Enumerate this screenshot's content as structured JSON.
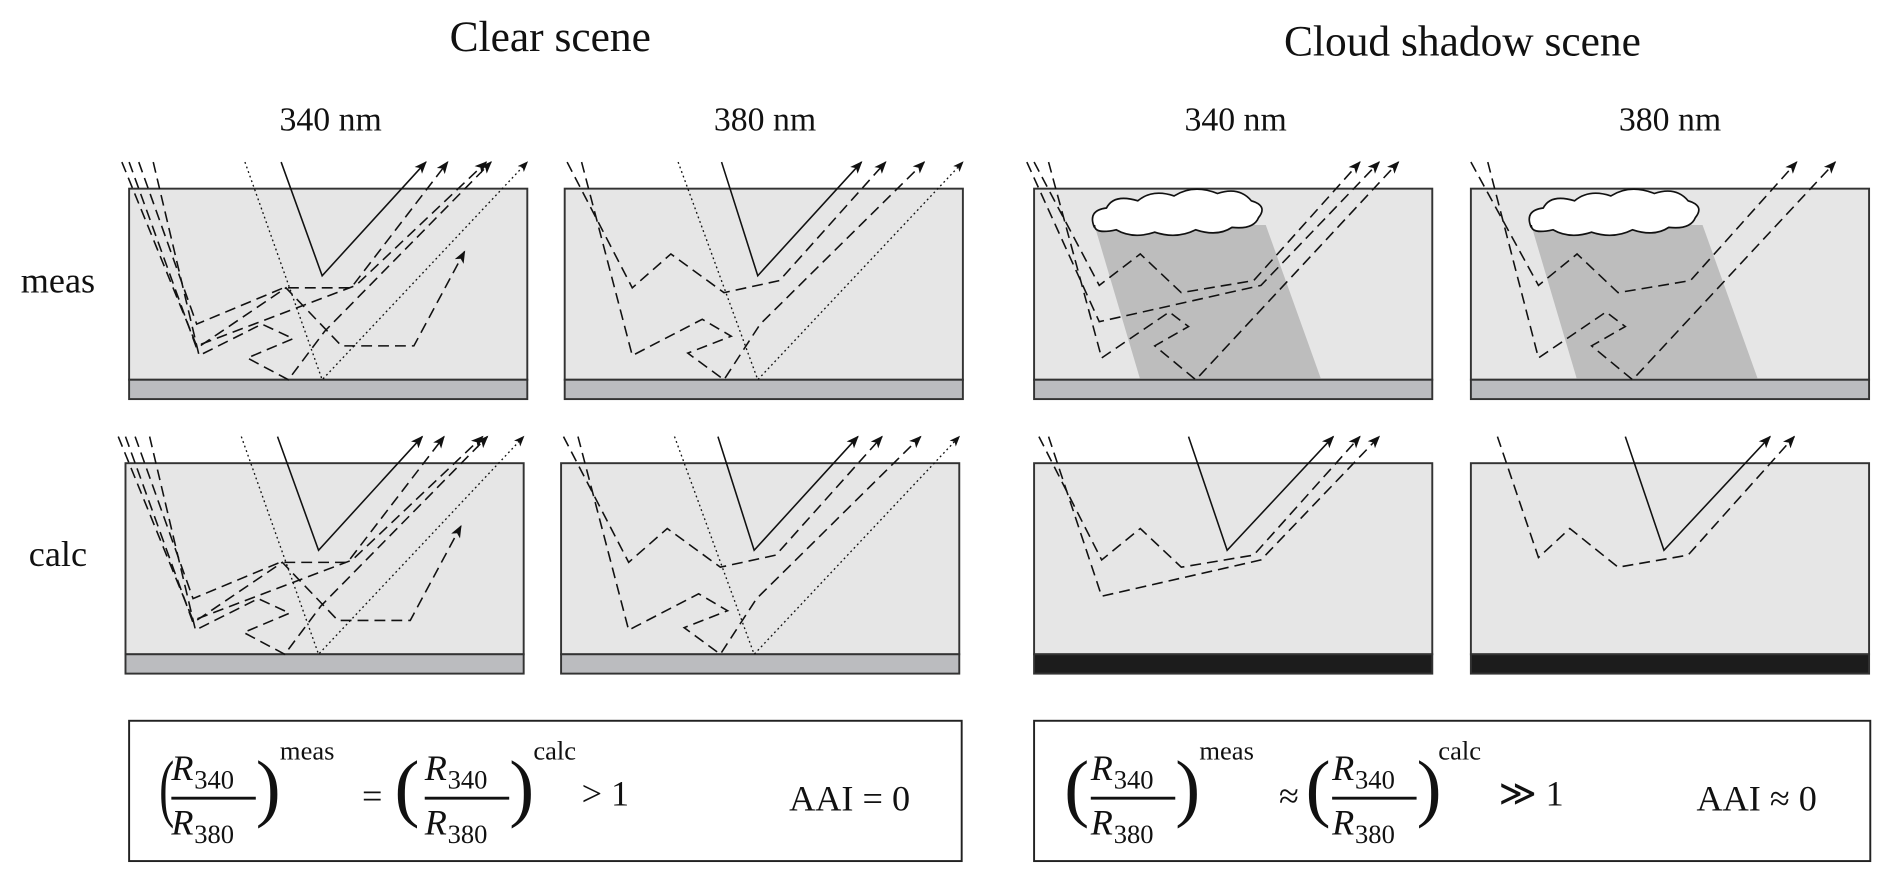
{
  "titles": {
    "clear": "Clear scene",
    "cloud_shadow": "Cloud shadow scene"
  },
  "wavelengths": {
    "clear_340": "340 nm",
    "clear_380": "380 nm",
    "shadow_340": "340 nm",
    "shadow_380": "380 nm"
  },
  "rows": {
    "meas": "meas",
    "calc": "calc"
  },
  "equations": {
    "clear": {
      "R": "R",
      "num_sub": "340",
      "den_sub": "380",
      "sup_left": "meas",
      "relation": "=",
      "sup_right": "calc",
      "comparison": "> 1",
      "aai": "AAI = 0"
    },
    "cloud_shadow": {
      "R": "R",
      "num_sub": "340",
      "den_sub": "380",
      "sup_left": "meas",
      "relation": "≈",
      "sup_right": "calc",
      "comparison": "≫ 1",
      "aai": "AAI ≈ 0"
    }
  },
  "colors": {
    "atmosphere": "#e6e6e6",
    "surface": "#bbbcbf",
    "dark_surface": "#1c1c1c",
    "cloud_shadow": "#bdbdbd",
    "cloud": "#ffffff"
  }
}
